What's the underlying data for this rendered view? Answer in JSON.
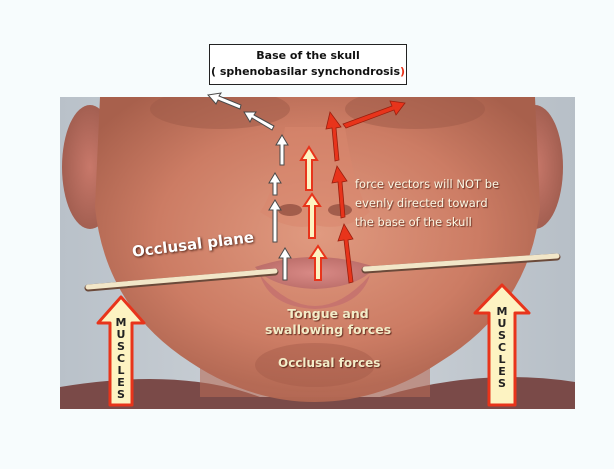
{
  "title_box": {
    "line1": "Base of the skull",
    "line2_open": "( sphenobasilar synchondrosis",
    "line2_close": ")"
  },
  "labels": {
    "occlusal_plane": "Occlusal plane",
    "force_vectors_1": "force vectors will NOT be",
    "force_vectors_2": "evenly directed toward",
    "force_vectors_3": "the base of the skull",
    "tongue_1": "Tongue and",
    "tongue_2": "swallowing forces",
    "occlusal_forces": "Occlusal forces"
  },
  "muscles_left": [
    "M",
    "U",
    "S",
    "C",
    "L",
    "E",
    "S"
  ],
  "muscles_right": [
    "M",
    "U",
    "S",
    "C",
    "L",
    "E",
    "S"
  ],
  "colors": {
    "red_arrow": "#e8341b",
    "white_arrow": "#ffffff",
    "cream_fill": "#fdf3c2"
  }
}
